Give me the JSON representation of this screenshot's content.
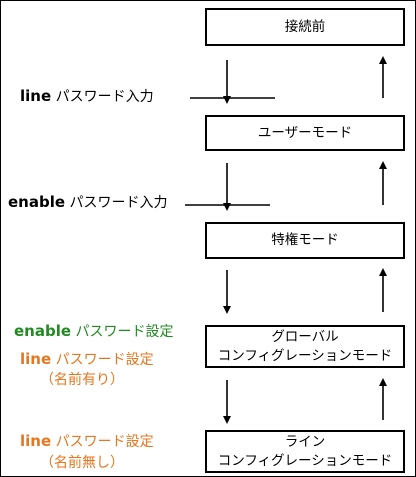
{
  "boxes": {
    "before_connect": "接続前",
    "user_mode": "ユーザーモード",
    "privileged_mode": "特権モード",
    "global_config_line1": "グローバル",
    "global_config_line2": "コンフィグレーションモード",
    "line_config_line1": "ライン",
    "line_config_line2": "コンフィグレーションモード"
  },
  "labels": {
    "line_password_input_keyword": "line",
    "line_password_input_text": "パスワード入力",
    "enable_password_input_keyword": "enable",
    "enable_password_input_text": "パスワード入力",
    "enable_password_set_keyword": "enable",
    "enable_password_set_text": "パスワード設定",
    "line_password_set_named_keyword": "line",
    "line_password_set_named_text": "パスワード設定",
    "line_password_set_named_note": "（名前有り）",
    "line_password_set_unnamed_keyword": "line",
    "line_password_set_unnamed_text": "パスワード設定",
    "line_password_set_unnamed_note": "（名前無し）"
  },
  "colors": {
    "green": "#218a21",
    "orange": "#e8761e",
    "black": "#000000"
  }
}
